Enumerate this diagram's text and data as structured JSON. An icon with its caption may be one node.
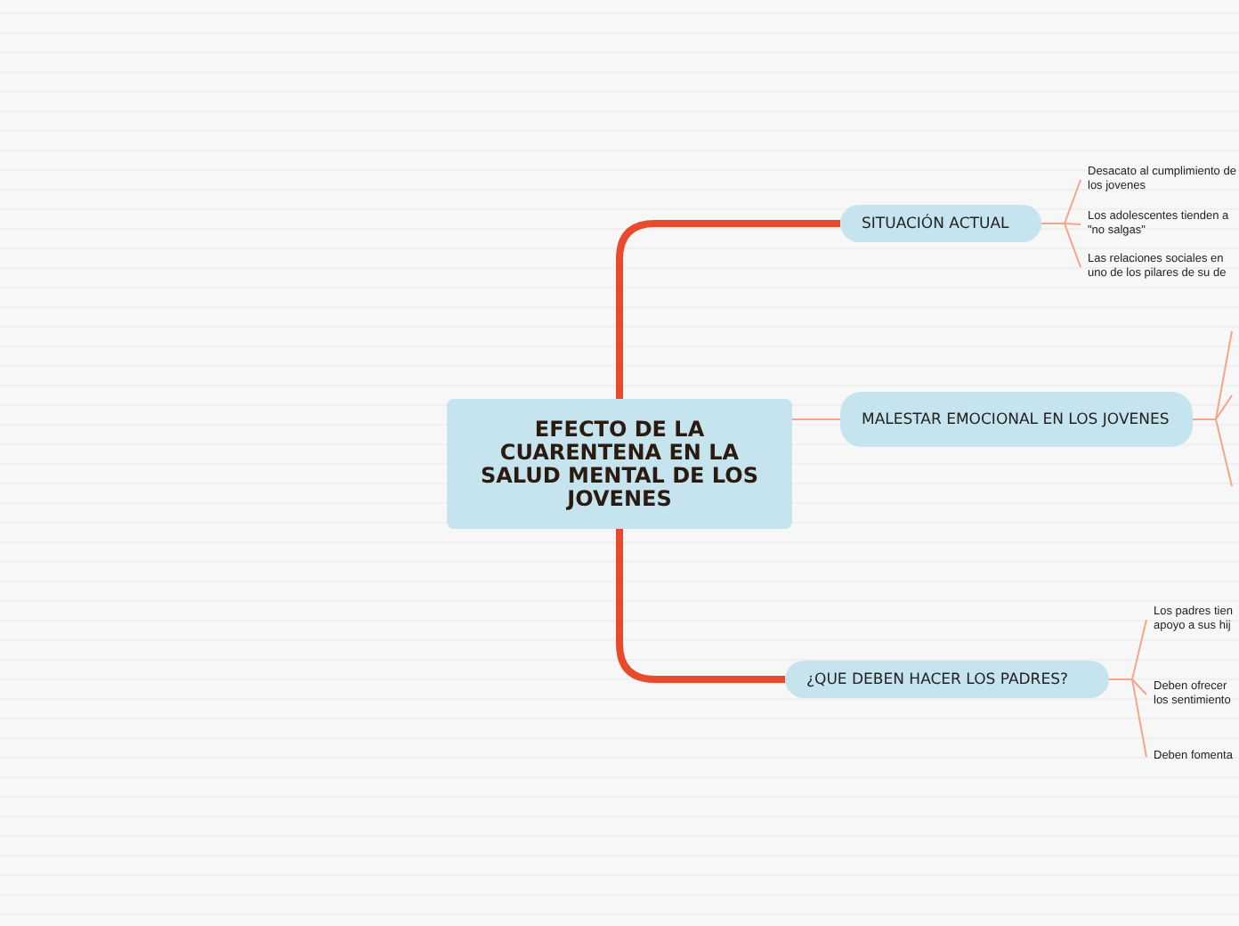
{
  "diagram": {
    "nodes": [
      {
        "text": [
          "EFECTO DE LA CUARENTENA EN LA SALUD MENTAL DE LOS JOVENES"
        ]
      },
      {
        "text": [
          "SITUACIÓN ACTUAL"
        ]
      },
      {
        "text": [
          "MALESTAR EMOCIONAL EN LOS JOVENES"
        ]
      },
      {
        "text": [
          "¿QUE DEBEN HACER LOS PADRES?"
        ]
      },
      {
        "text": [
          "Desacato al cumplimiento de los jovenes"
        ]
      },
      {
        "text": [
          "Los adolescentes tienden a \"no salgas\""
        ]
      },
      {
        "text": [
          "Las relaciones sociales en uno de los pilares de su de"
        ]
      },
      {
        "text": [
          "Los padres tien apoyo a sus hij"
        ]
      },
      {
        "text": [
          "Deben ofrecer los sentimiento"
        ]
      },
      {
        "text": [
          "Deben fomenta"
        ]
      }
    ],
    "edges": [
      {
        "from": 0,
        "to": 1,
        "arrow": "none",
        "style": "thick",
        "color": "#ea4a2c"
      },
      {
        "from": 0,
        "to": 2,
        "arrow": "none"
      },
      {
        "from": 0,
        "to": 3,
        "arrow": "none",
        "style": "thick",
        "color": "#ea4a2c"
      },
      {
        "from": 1,
        "to": 4,
        "arrow": "none"
      },
      {
        "from": 1,
        "to": 5,
        "arrow": "none"
      },
      {
        "from": 1,
        "to": 6,
        "arrow": "none"
      },
      {
        "from": 2,
        "to": null,
        "arrow": "none"
      },
      {
        "from": 2,
        "to": null,
        "arrow": "none"
      },
      {
        "from": 2,
        "to": null,
        "arrow": "none"
      },
      {
        "from": 3,
        "to": 7,
        "arrow": "none"
      },
      {
        "from": 3,
        "to": 8,
        "arrow": "none"
      },
      {
        "from": 3,
        "to": 9,
        "arrow": "none"
      }
    ]
  }
}
